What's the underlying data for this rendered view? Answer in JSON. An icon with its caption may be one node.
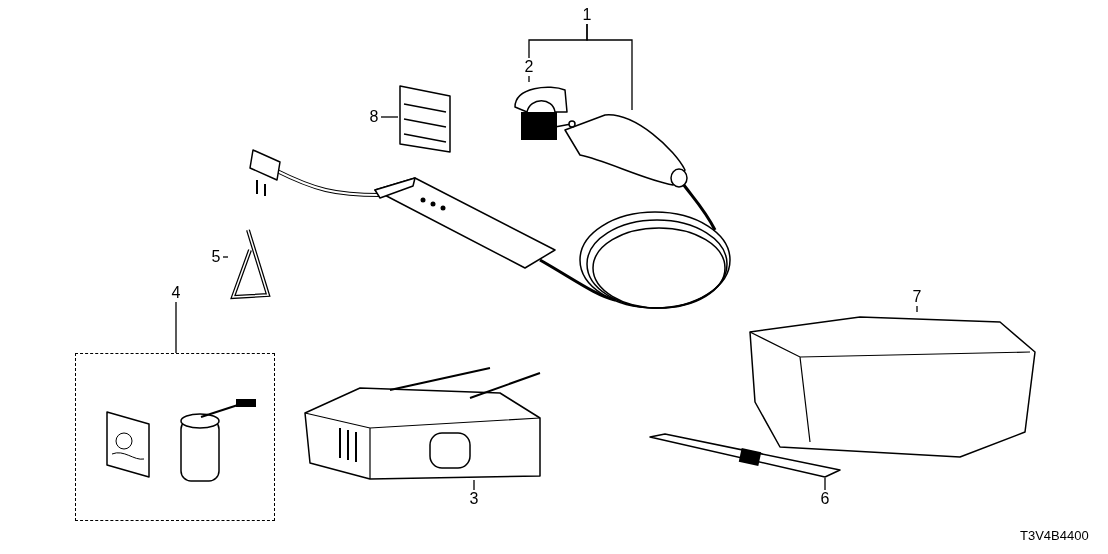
{
  "diagram": {
    "nodes": [
      {
        "text": [
          "1"
        ]
      },
      {
        "text": [],
        "shape": "picture"
      },
      {
        "text": [
          "2"
        ]
      },
      {
        "text": [],
        "shape": "picture"
      },
      {
        "text": [
          "8"
        ]
      },
      {
        "text": [],
        "shape": "picture"
      },
      {
        "text": [
          "5"
        ]
      },
      {
        "text": [],
        "shape": "picture"
      },
      {
        "text": [
          "4"
        ]
      },
      {
        "text": [],
        "shape": "box"
      },
      {
        "text": [],
        "shape": "picture",
        "in": 9
      },
      {
        "text": [],
        "shape": "picture",
        "in": 9
      },
      {
        "text": [
          "7"
        ]
      },
      {
        "text": [],
        "shape": "picture"
      },
      {
        "text": [
          "6"
        ]
      },
      {
        "text": [],
        "shape": "picture"
      },
      {
        "text": [
          "3"
        ]
      },
      {
        "text": [],
        "shape": "picture"
      }
    ],
    "edges": [
      {
        "from": 0,
        "to": 1,
        "arrow": "none"
      },
      {
        "from": 0,
        "to": 2,
        "arrow": "none"
      },
      {
        "from": 2,
        "to": 3,
        "arrow": "none"
      },
      {
        "from": 4,
        "to": 5,
        "arrow": "none"
      },
      {
        "from": 6,
        "to": 7,
        "arrow": "none"
      },
      {
        "from": 8,
        "to": 9,
        "arrow": "none"
      },
      {
        "from": 12,
        "to": 13,
        "arrow": "none"
      },
      {
        "from": 14,
        "to": 15,
        "arrow": "none"
      },
      {
        "from": 16,
        "to": 17,
        "arrow": "none"
      }
    ],
    "labels": [
      "T3V4B4400"
    ]
  }
}
